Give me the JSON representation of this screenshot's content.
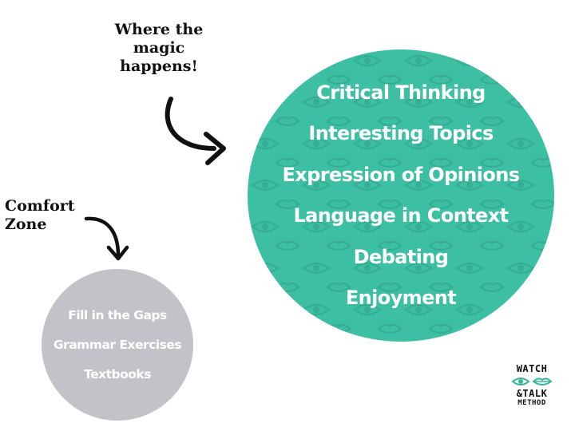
{
  "labels": {
    "magic": [
      "Where the",
      "magic",
      "happens!"
    ],
    "comfort": [
      "Comfort",
      "Zone"
    ]
  },
  "magic_zone": {
    "items": [
      "Critical Thinking",
      "Interesting Topics",
      "Expression of Opinions",
      "Language in Context",
      "Debating",
      "Enjoyment"
    ]
  },
  "comfort_zone": {
    "items": [
      "Fill in the Gaps",
      "Grammar Exercises",
      "Textbooks"
    ]
  },
  "logo": {
    "line1": "WATCH",
    "line2": "&TALK",
    "line3": "METHOD"
  },
  "icons": {
    "arrow_magic": "curved-arrow-icon",
    "arrow_comfort": "curved-arrow-icon",
    "logo_eye": "eye-icon",
    "logo_lips": "lips-icon"
  },
  "colors": {
    "magic_circle": "#3dbfa3",
    "comfort_circle": "#c2c3c9",
    "text_on_circle": "#ffffff",
    "label_text": "#111111",
    "logo_accent": "#36b597"
  }
}
